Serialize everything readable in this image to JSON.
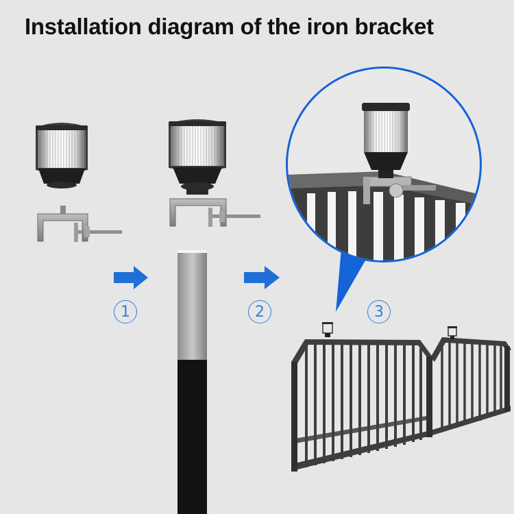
{
  "title": "Installation diagram of the iron bracket",
  "steps": [
    {
      "label": "1"
    },
    {
      "label": "2"
    },
    {
      "label": "3"
    }
  ],
  "colors": {
    "background": "#e6e6e6",
    "arrow": "#1f6fd6",
    "step_label": "#2f7fe0",
    "circle_border": "#1463d8",
    "fence": "#3e3e3e",
    "bracket": "#9a9a9a"
  },
  "icons": [
    "right-arrow-icon",
    "solar-light-icon",
    "iron-bracket-icon",
    "fence-gate-icon",
    "post-icon"
  ]
}
